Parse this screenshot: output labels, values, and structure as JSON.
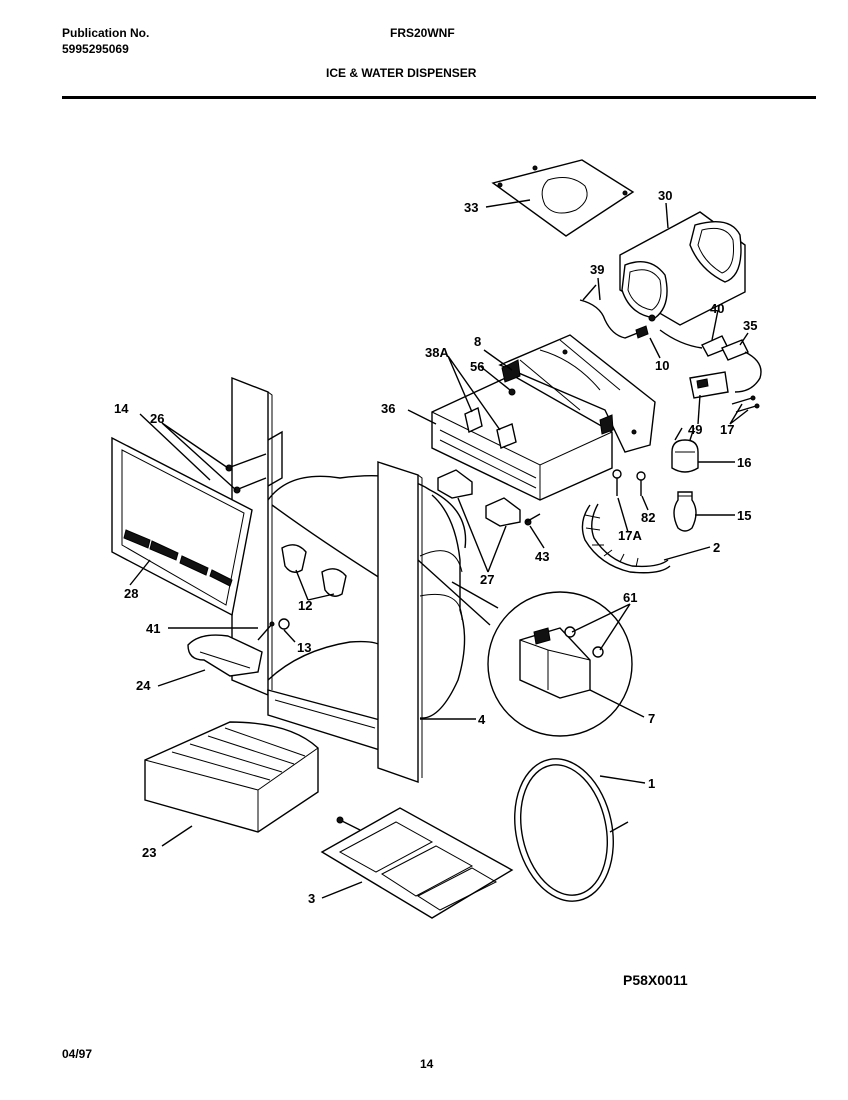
{
  "header": {
    "publication_label": "Publication No.",
    "publication_number": "5995295069",
    "model": "FRS20WNF",
    "section_title": "ICE & WATER DISPENSER"
  },
  "callouts": {
    "c33": "33",
    "c30": "30",
    "c39": "39",
    "c40": "40",
    "c35": "35",
    "c10": "10",
    "c8": "8",
    "c38A": "38A",
    "c56": "56",
    "c36": "36",
    "c49": "49",
    "c17": "17",
    "c16": "16",
    "c14": "14",
    "c26": "26",
    "c15": "15",
    "c17A": "17A",
    "c82": "82",
    "c2": "2",
    "c43": "43",
    "c27": "27",
    "c28": "28",
    "c12": "12",
    "c61": "61",
    "c41": "41",
    "c13": "13",
    "c24": "24",
    "c7": "7",
    "c4": "4",
    "c1": "1",
    "c23": "23",
    "c3": "3"
  },
  "footer": {
    "figure_code": "P58X0011",
    "date": "04/97",
    "page": "14"
  }
}
